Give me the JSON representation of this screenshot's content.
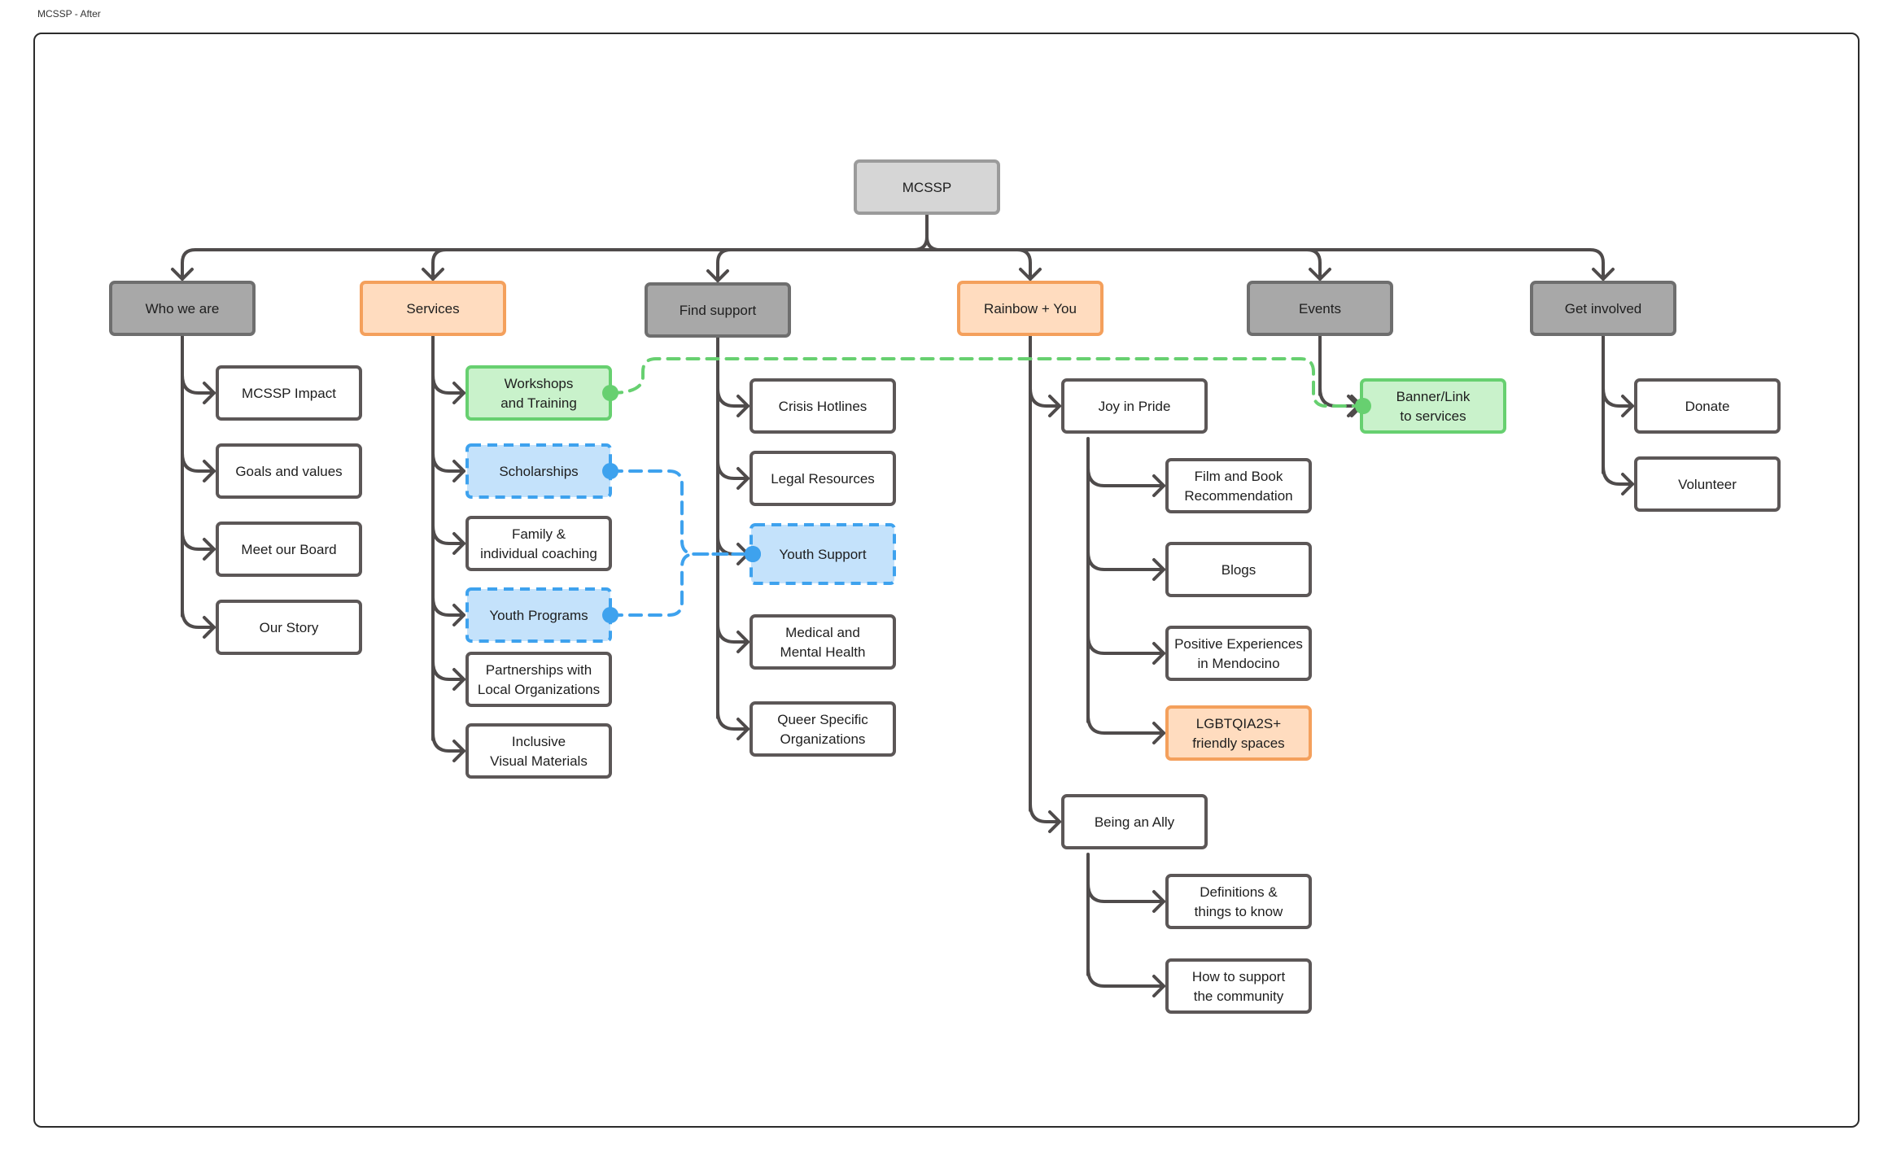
{
  "frame": {
    "label": "MCSSP - After"
  },
  "colors": {
    "connector": "#4f4b4b",
    "root_fill": "#d6d6d6",
    "root_stroke": "#9b9b9b",
    "section_fill": "#a8a8a8",
    "section_stroke": "#6e6e6e",
    "highlight_fill": "#ffdcbf",
    "highlight_stroke": "#f4a05c",
    "page_fill": "#ffffff",
    "page_stroke": "#5c5757",
    "green_fill": "#c9f2cb",
    "green_stroke": "#67d070",
    "blue_fill": "#c4e2fb",
    "blue_stroke": "#3ea2ee"
  },
  "nodes": {
    "root": {
      "id": "mcssp",
      "label": "MCSSP",
      "style": "root"
    },
    "sections": [
      {
        "id": "who-we-are",
        "label": "Who we are",
        "style": "section",
        "children": [
          {
            "id": "mcssp-impact",
            "label": "MCSSP Impact"
          },
          {
            "id": "goals-and-values",
            "label": "Goals and values"
          },
          {
            "id": "meet-our-board",
            "label": "Meet our Board"
          },
          {
            "id": "our-story",
            "label": "Our Story"
          }
        ]
      },
      {
        "id": "services",
        "label": "Services",
        "style": "highlight",
        "children": [
          {
            "id": "workshops-and-training",
            "label": "Workshops and Training",
            "style": "green"
          },
          {
            "id": "scholarships",
            "label": "Scholarships",
            "style": "blue"
          },
          {
            "id": "family-individual-coaching",
            "label": "Family & individual coaching"
          },
          {
            "id": "youth-programs",
            "label": "Youth Programs",
            "style": "blue"
          },
          {
            "id": "partnerships",
            "label": "Partnerships with Local Organizations"
          },
          {
            "id": "inclusive-visual-materials",
            "label": "Inclusive Visual Materials"
          }
        ]
      },
      {
        "id": "find-support",
        "label": "Find support",
        "style": "section",
        "children": [
          {
            "id": "crisis-hotlines",
            "label": "Crisis Hotlines"
          },
          {
            "id": "legal-resources",
            "label": "Legal Resources"
          },
          {
            "id": "youth-support",
            "label": "Youth Support",
            "style": "blue"
          },
          {
            "id": "medical-mental-health",
            "label": "Medical and Mental Health"
          },
          {
            "id": "queer-specific-orgs",
            "label": "Queer Specific Organizations"
          }
        ]
      },
      {
        "id": "rainbow-you",
        "label": "Rainbow + You",
        "style": "highlight",
        "children": [
          {
            "id": "joy-in-pride",
            "label": "Joy in Pride",
            "children": [
              {
                "id": "film-book-recommendation",
                "label": "Film and Book Recommendation"
              },
              {
                "id": "blogs",
                "label": "Blogs"
              },
              {
                "id": "positive-experiences",
                "label": "Positive Experiences in Mendocino"
              },
              {
                "id": "friendly-spaces",
                "label": "LGBTQIA2S+ friendly spaces",
                "style": "highlight"
              }
            ]
          },
          {
            "id": "being-an-ally",
            "label": "Being an Ally",
            "children": [
              {
                "id": "definitions",
                "label": "Definitions & things to know"
              },
              {
                "id": "support-community",
                "label": "How to support the community"
              }
            ]
          }
        ]
      },
      {
        "id": "events",
        "label": "Events",
        "style": "section",
        "children": [
          {
            "id": "banner-link",
            "label": "Banner/Link to services",
            "style": "green"
          }
        ]
      },
      {
        "id": "get-involved",
        "label": "Get involved",
        "style": "section",
        "children": [
          {
            "id": "donate",
            "label": "Donate"
          },
          {
            "id": "volunteer",
            "label": "Volunteer"
          }
        ]
      }
    ]
  },
  "cross_links": [
    {
      "from": "workshops-and-training",
      "to": "banner-link",
      "color": "green",
      "style": "dashed"
    },
    {
      "from": "scholarships",
      "to": "youth-support",
      "color": "blue",
      "style": "dashed"
    },
    {
      "from": "youth-programs",
      "to": "youth-support",
      "color": "blue",
      "style": "dashed"
    }
  ]
}
